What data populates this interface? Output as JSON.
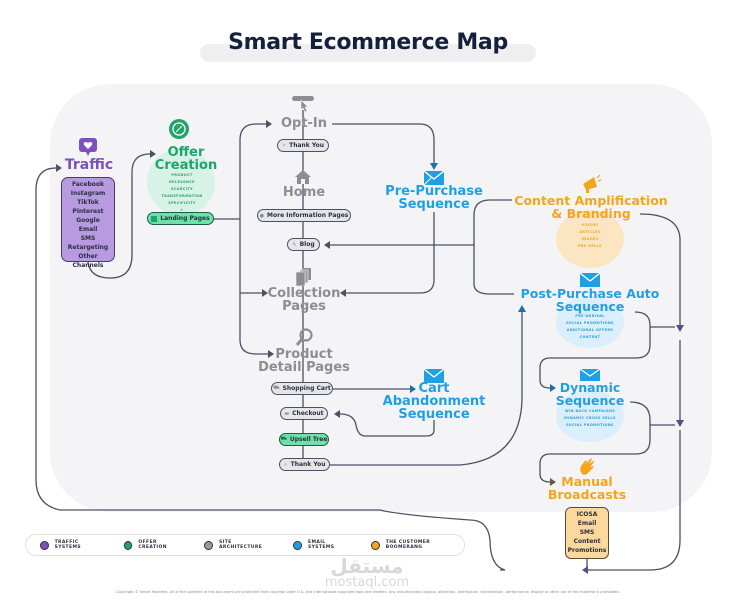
{
  "title": "Smart Ecommerce Map",
  "colors": {
    "traffic": "#7d4fc1",
    "offer": "#20a46b",
    "site": "#8e8e92",
    "email": "#1fa0e6",
    "boomerang": "#f3a51c",
    "line": "#4a5166",
    "title": "#14213d"
  },
  "traffic": {
    "label": "Traffic",
    "icon": "heart-speech-bubble-icon",
    "sources": [
      "Facebook",
      "Instagram",
      "TikTok",
      "Pinterest",
      "Google",
      "Email",
      "SMS",
      "Retargeting",
      "Other Channels"
    ]
  },
  "offer": {
    "label_line1": "Offer",
    "label_line2": "Creation",
    "icon": "percent-badge-icon",
    "items": [
      "PRODUCT",
      "RELEVANCE",
      "SCARCITY",
      "TRANSFORMATION",
      "SPECIFICITY"
    ],
    "plus": "+",
    "landing_pages": "Landing Pages"
  },
  "site": {
    "optin": "Opt-In",
    "thank_you_1": "Thank You",
    "home": "Home",
    "more_info": "More Information Pages",
    "blog": "Blog",
    "collection_line1": "Collection",
    "collection_line2": "Pages",
    "product_line1": "Product",
    "product_line2": "Detail Pages",
    "shopping_cart": "Shopping Cart",
    "checkout": "Checkout",
    "upsell": "Upsell Tree",
    "thank_you_2": "Thank You"
  },
  "email": {
    "pre_purchase_line1": "Pre-Purchase",
    "pre_purchase_line2": "Sequence",
    "cart_line1": "Cart",
    "cart_line2": "Abandonment",
    "cart_line3": "Sequence",
    "post_purchase_line1": "Post-Purchase Auto",
    "post_purchase_line2": "Sequence",
    "post_purchase_items": [
      "PRE-ARRIVAL",
      "SOCIAL PROMOTIONS",
      "ADDITIONAL OFFERS",
      "CONTENT"
    ],
    "dynamic_line1": "Dynamic",
    "dynamic_line2": "Sequence",
    "dynamic_items": [
      "WIN BACK CAMPAIGNS",
      "DYNAMIC CROSS SELLS",
      "SOCIAL PROMOTIONS"
    ]
  },
  "boomerang": {
    "content_line1": "Content Amplification",
    "content_line2": "& Branding",
    "content_items": [
      "VIDEOS",
      "ARTICLES",
      "IMAGES",
      "PRE-SELLS"
    ],
    "manual_line1": "Manual",
    "manual_line2": "Broadcasts",
    "manual_items": [
      "ICOSA",
      "Email",
      "SMS",
      "Content",
      "Promotions"
    ]
  },
  "legend": [
    {
      "label": "TRAFFIC SYSTEMS",
      "color": "#7d4fc1"
    },
    {
      "label": "OFFER CREATION",
      "color": "#20a46b"
    },
    {
      "label": "SITE ARCHITECTURE",
      "color": "#9a9a9e"
    },
    {
      "label": "EMAIL SYSTEMS",
      "color": "#1fa0e6"
    },
    {
      "label": "THE CUSTOMER BOOMERANG",
      "color": "#f3a51c"
    }
  ],
  "watermark": {
    "arabic": "مستقل",
    "latin": "mostaql.com"
  },
  "footer": "Copyright © Smart Marketer. All of the contents of this document are protected from copying under U.S. and international copyright laws and treaties. Any unauthorized copying, alteration, distribution, transmission, performance, display or other use of this material is prohibited."
}
